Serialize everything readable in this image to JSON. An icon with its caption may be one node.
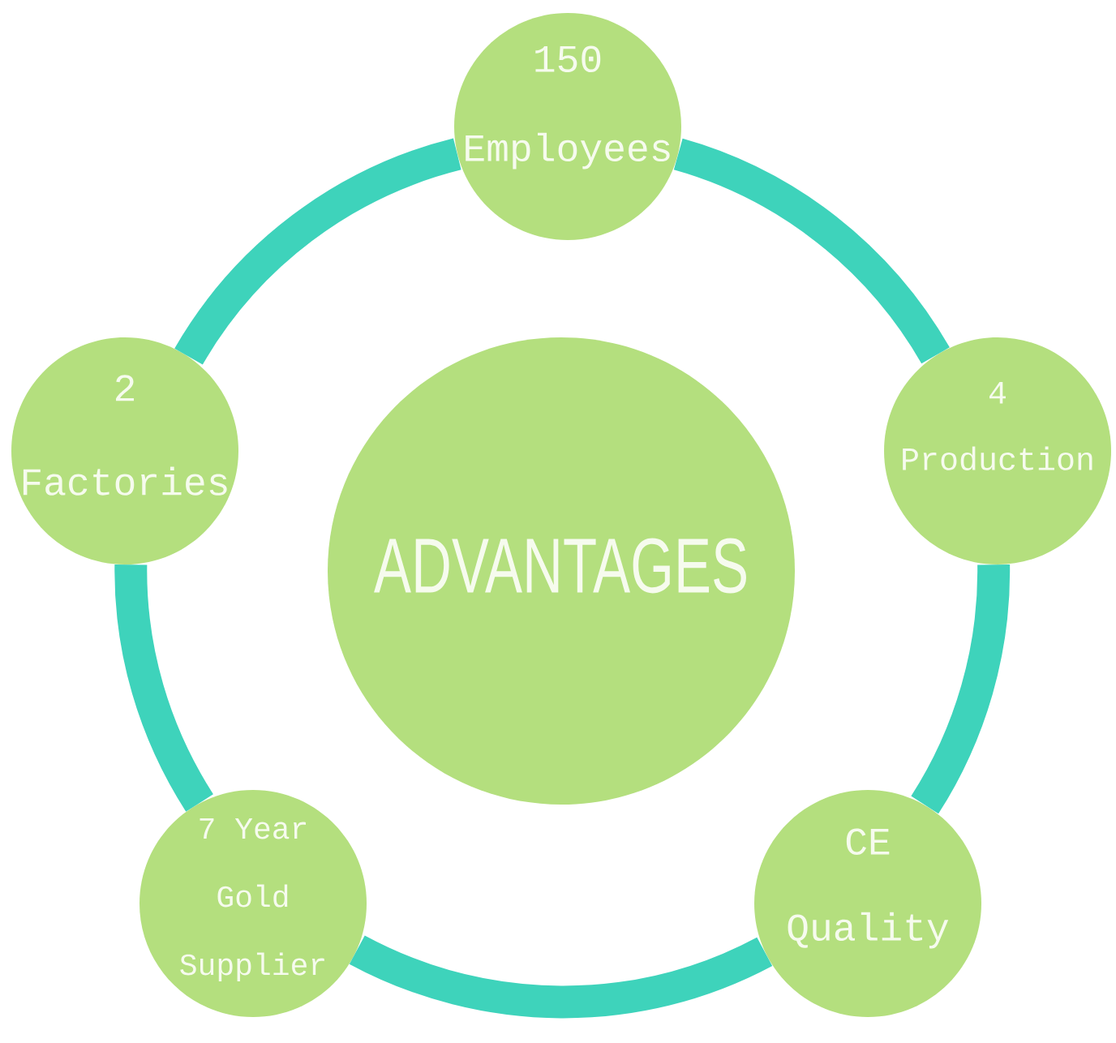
{
  "diagram": {
    "nodes": [
      {
        "text": [
          "150 Employees"
        ]
      },
      {
        "text": [
          "2 Factories"
        ]
      },
      {
        "text": [
          "ADVANTAGES"
        ]
      },
      {
        "text": [
          "4 Production"
        ]
      },
      {
        "text": [
          "7 Year Gold Supplier"
        ]
      },
      {
        "text": [
          "CE Quality"
        ]
      }
    ],
    "edges": [
      {
        "from": 0,
        "to": 3,
        "arrow": "none"
      },
      {
        "from": 3,
        "to": 5,
        "arrow": "none"
      },
      {
        "from": 5,
        "to": 4,
        "arrow": "none"
      },
      {
        "from": 4,
        "to": 1,
        "arrow": "none"
      },
      {
        "from": 1,
        "to": 0,
        "arrow": "none"
      }
    ]
  }
}
